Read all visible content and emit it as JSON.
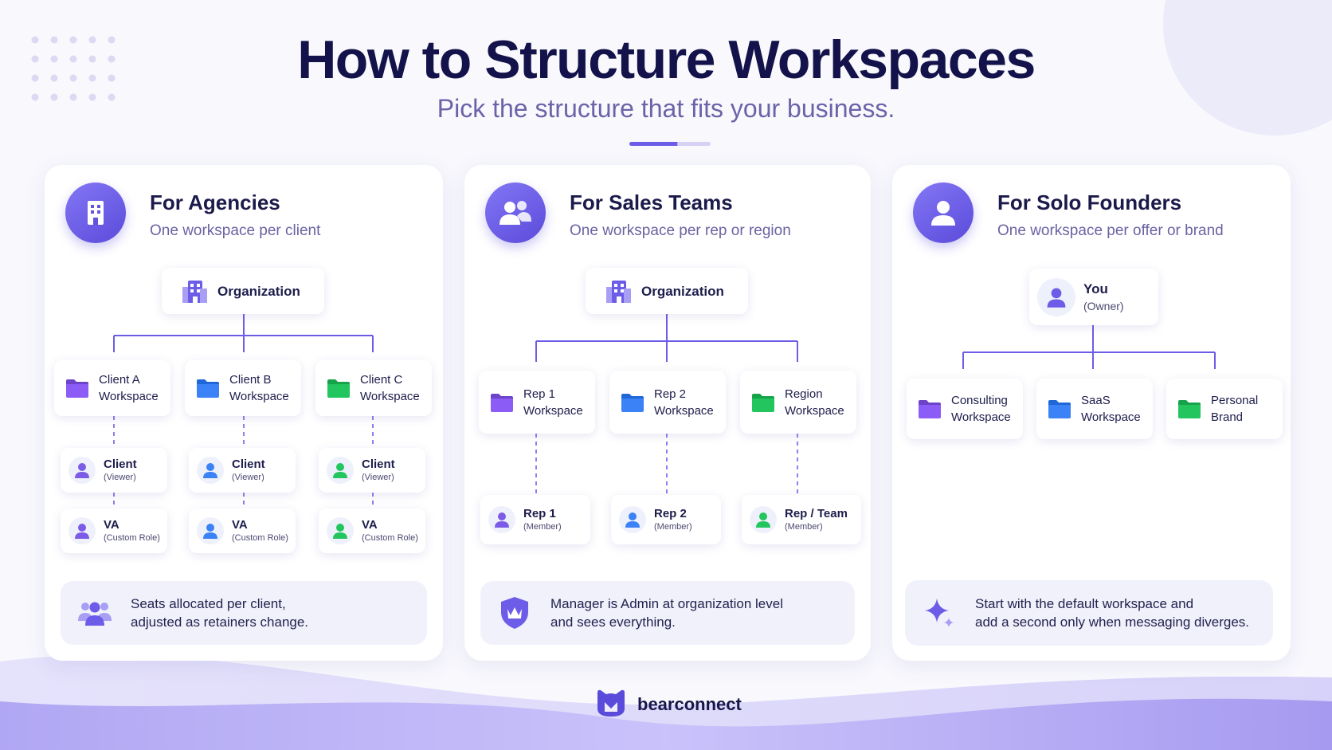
{
  "header": {
    "title": "How to Structure Workspaces",
    "subtitle": "Pick the structure that fits your business."
  },
  "colors": {
    "accent": "#6c5ce7",
    "folder_purple": "#8b5cf6",
    "folder_blue": "#3b82f6",
    "folder_green": "#22c55e",
    "title": "#13124a",
    "muted": "#6b63a8"
  },
  "panels": [
    {
      "icon": "building-icon",
      "title": "For Agencies",
      "subtitle": "One workspace per client",
      "root": {
        "label": "Organization",
        "icon": "building-icon"
      },
      "workspaces": [
        {
          "label": "Client A\nWorkspace",
          "icon": "folder-icon",
          "color": "purple"
        },
        {
          "label": "Client B\nWorkspace",
          "icon": "folder-icon",
          "color": "blue"
        },
        {
          "label": "Client C\nWorkspace",
          "icon": "folder-icon",
          "color": "green"
        }
      ],
      "members": [
        {
          "name": "Client",
          "role": "(Viewer)",
          "color": "purple"
        },
        {
          "name": "Client",
          "role": "(Viewer)",
          "color": "blue"
        },
        {
          "name": "Client",
          "role": "(Viewer)",
          "color": "green"
        }
      ],
      "members2": [
        {
          "name": "VA",
          "role": "(Custom Role)",
          "color": "purple"
        },
        {
          "name": "VA",
          "role": "(Custom Role)",
          "color": "blue"
        },
        {
          "name": "VA",
          "role": "(Custom Role)",
          "color": "green"
        }
      ],
      "note": {
        "icon": "team-icon",
        "text": "Seats allocated per client,\nadjusted as retainers change."
      }
    },
    {
      "icon": "users-icon",
      "title": "For Sales Teams",
      "subtitle": "One workspace per rep or region",
      "root": {
        "label": "Organization",
        "icon": "building-icon"
      },
      "workspaces": [
        {
          "label": "Rep 1\nWorkspace",
          "icon": "folder-icon",
          "color": "purple"
        },
        {
          "label": "Rep 2\nWorkspace",
          "icon": "folder-icon",
          "color": "blue"
        },
        {
          "label": "Region\nWorkspace",
          "icon": "folder-icon",
          "color": "green"
        }
      ],
      "members": [
        {
          "name": "Rep 1",
          "role": "(Member)",
          "color": "purple"
        },
        {
          "name": "Rep 2",
          "role": "(Member)",
          "color": "blue"
        },
        {
          "name": "Rep / Team",
          "role": "(Member)",
          "color": "green"
        }
      ],
      "note": {
        "icon": "shield-crown-icon",
        "text": "Manager is Admin at organization level\nand sees everything."
      }
    },
    {
      "icon": "user-icon",
      "title": "For Solo Founders",
      "subtitle": "One workspace per offer or brand",
      "root": {
        "name": "You",
        "role": "(Owner)",
        "icon": "user-icon"
      },
      "workspaces": [
        {
          "label": "Consulting\nWorkspace",
          "icon": "folder-icon",
          "color": "purple"
        },
        {
          "label": "SaaS\nWorkspace",
          "icon": "folder-icon",
          "color": "blue"
        },
        {
          "label": "Personal\nBrand",
          "icon": "folder-icon",
          "color": "green"
        }
      ],
      "note": {
        "icon": "sparkle-icon",
        "text": "Start with the default workspace and\nadd a second only when messaging diverges."
      }
    }
  ],
  "footer": {
    "brand": "bearconnect",
    "logo_icon": "bear-logo-icon"
  }
}
